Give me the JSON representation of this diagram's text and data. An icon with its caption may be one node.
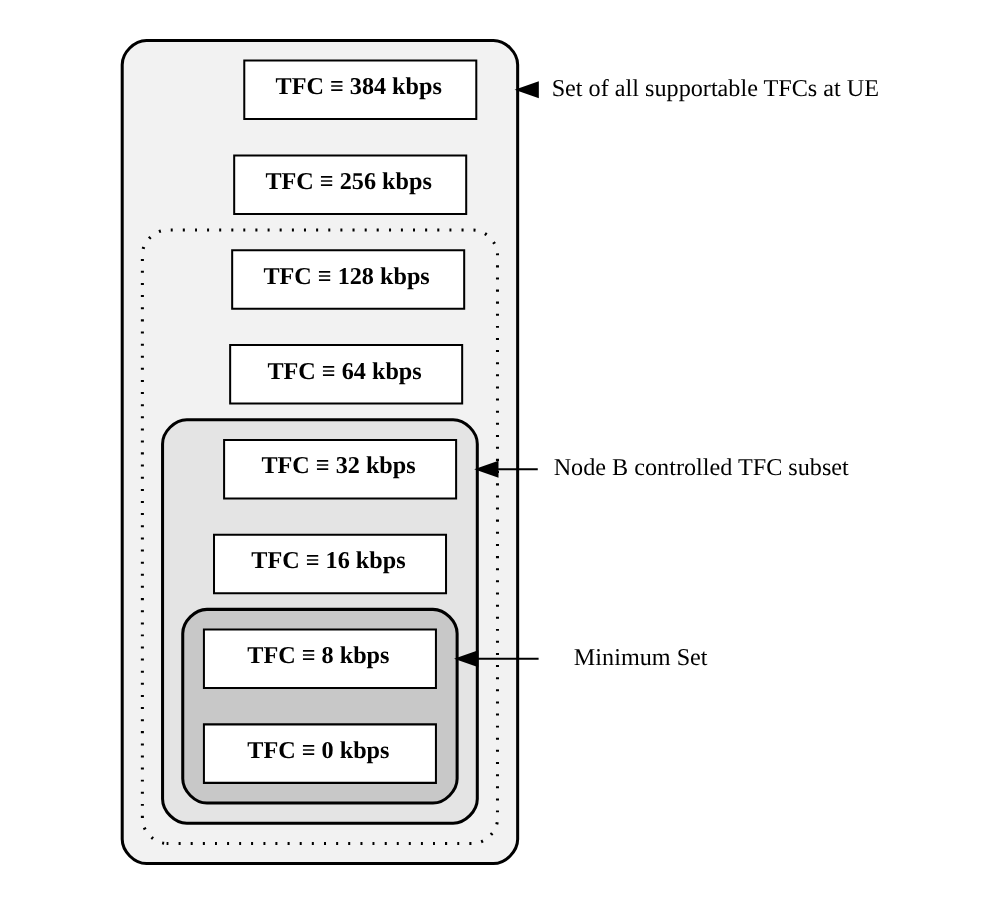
{
  "diagram": {
    "nodes": [
      {
        "text": [],
        "shape": "box"
      },
      {
        "text": [
          "TFC ≡ 384 kbps"
        ],
        "in": 0
      },
      {
        "text": [
          "TFC ≡ 256 kbps"
        ],
        "in": 0
      },
      {
        "text": [],
        "shape": "box",
        "in": 0
      },
      {
        "text": [
          "TFC ≡ 128 kbps"
        ],
        "in": 3
      },
      {
        "text": [
          "TFC ≡ 64 kbps"
        ],
        "in": 3
      },
      {
        "text": [],
        "shape": "box",
        "in": 3
      },
      {
        "text": [
          "TFC ≡ 32 kbps"
        ],
        "in": 6
      },
      {
        "text": [
          "TFC ≡ 16 kbps"
        ],
        "in": 6
      },
      {
        "text": [],
        "shape": "box",
        "in": 6
      },
      {
        "text": [
          "TFC ≡ 8 kbps"
        ],
        "in": 9
      },
      {
        "text": [
          "TFC ≡ 0 kbps"
        ],
        "in": 9
      },
      {
        "text": [
          "Set of all supportable TFCs at UE"
        ]
      },
      {
        "text": [
          "Node B controlled TFC subset"
        ]
      },
      {
        "text": [
          "Minimum Set"
        ]
      }
    ],
    "edges": [
      {
        "from": 12,
        "to": 0,
        "arrow": "to"
      },
      {
        "from": 13,
        "to": 6,
        "arrow": "to"
      },
      {
        "from": 14,
        "to": 9,
        "arrow": "to"
      }
    ]
  }
}
